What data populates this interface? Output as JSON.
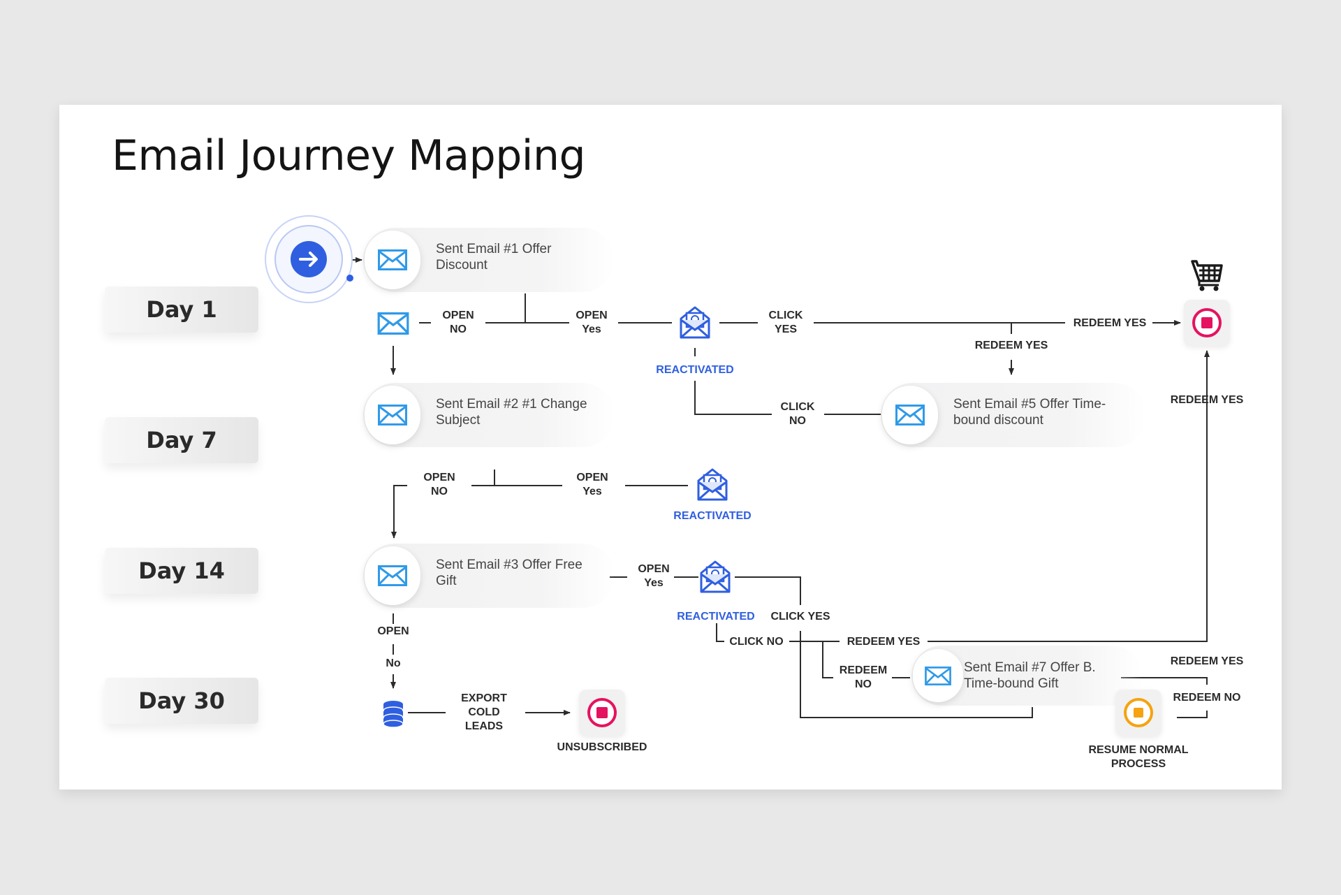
{
  "title": "Email Journey Mapping",
  "days": [
    "Day 1",
    "Day 7",
    "Day 14",
    "Day 30"
  ],
  "emails": {
    "email1": "Sent Email #1 Offer\nDiscount",
    "email2": "Sent Email #2 #1 Change\nSubject",
    "email3": "Sent Email #3 Offer Free\nGift",
    "email5": "Sent Email #5 Offer Time-\nbound discount",
    "email7": "Sent Email #7 Offer B.\nTime-bound Gift"
  },
  "labels": {
    "open_no_1": "OPEN\nNO",
    "open_yes_1": "OPEN\nYes",
    "click_yes_1": "CLICK\nYES",
    "redeem_yes_top": "REDEEM YES",
    "redeem_yes_mid": "REDEEM YES",
    "reactivated_1": "REACTIVATED",
    "click_no_1": "CLICK\nNO",
    "redeem_yes_right": "REDEEM YES",
    "open_no_2": "OPEN\nNO",
    "open_yes_2": "OPEN\nYes",
    "reactivated_2": "REACTIVATED",
    "open_yes_3": "OPEN\nYes",
    "reactivated_3": "REACTIVATED",
    "click_yes_3": "CLICK YES",
    "click_no_3": "CLICK NO",
    "redeem_yes_low": "REDEEM YES",
    "redeem_no_low": "REDEEM\nNO",
    "open_v": "OPEN",
    "no_v": "No",
    "export": "EXPORT\nCOLD\nLEADS",
    "unsubscribed": "UNSUBSCRIBED",
    "redeem_yes_br": "REDEEM YES",
    "redeem_no_br": "REDEEM NO",
    "resume": "RESUME NORMAL\nPROCESS"
  },
  "colors": {
    "accent_blue": "#2f5fe0",
    "mail_blue": "#2f9ae8",
    "stop_pink": "#e5135f",
    "pause_orange": "#f5a310",
    "line": "#2b2b2b"
  },
  "icons": [
    "arrow-right-icon",
    "envelope-icon",
    "reactivated-mail-icon",
    "shopping-cart-icon",
    "stop-icon",
    "pause-icon",
    "database-icon"
  ]
}
